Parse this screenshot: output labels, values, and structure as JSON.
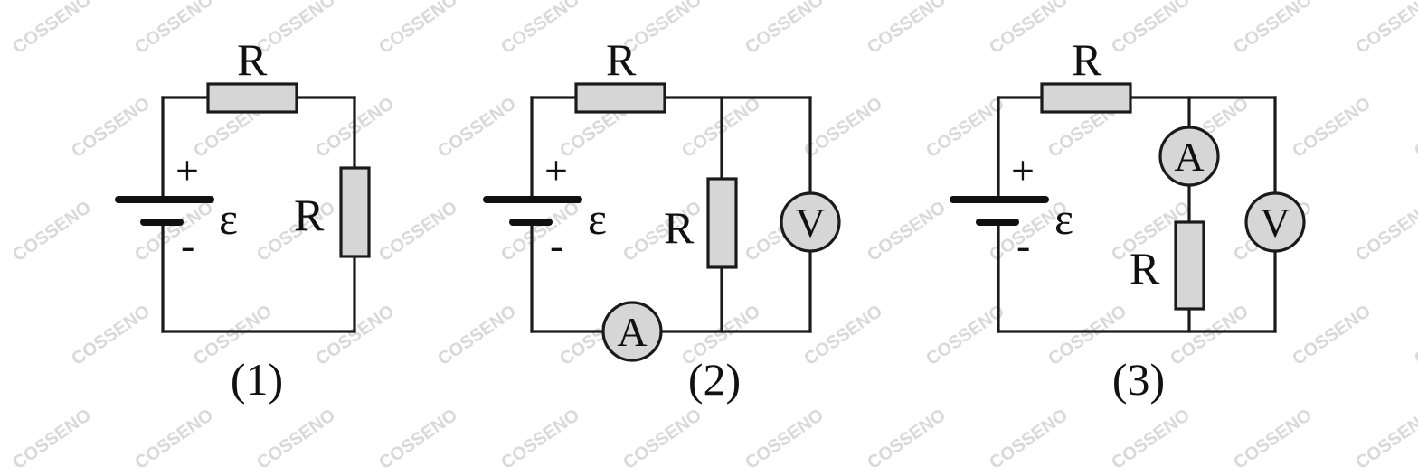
{
  "watermark": {
    "text": "COSSENO"
  },
  "circuits": [
    {
      "caption": "(1)",
      "resistor_top_label": "R",
      "resistor_side_label": "R",
      "battery_plus": "+",
      "battery_minus": "-",
      "emf_label": "ε"
    },
    {
      "caption": "(2)",
      "resistor_top_label": "R",
      "resistor_side_label": "R",
      "battery_plus": "+",
      "battery_minus": "-",
      "emf_label": "ε",
      "ammeter_label": "A",
      "voltmeter_label": "V"
    },
    {
      "caption": "(3)",
      "resistor_top_label": "R",
      "resistor_side_label": "R",
      "battery_plus": "+",
      "battery_minus": "-",
      "emf_label": "ε",
      "ammeter_label": "A",
      "voltmeter_label": "V"
    }
  ]
}
